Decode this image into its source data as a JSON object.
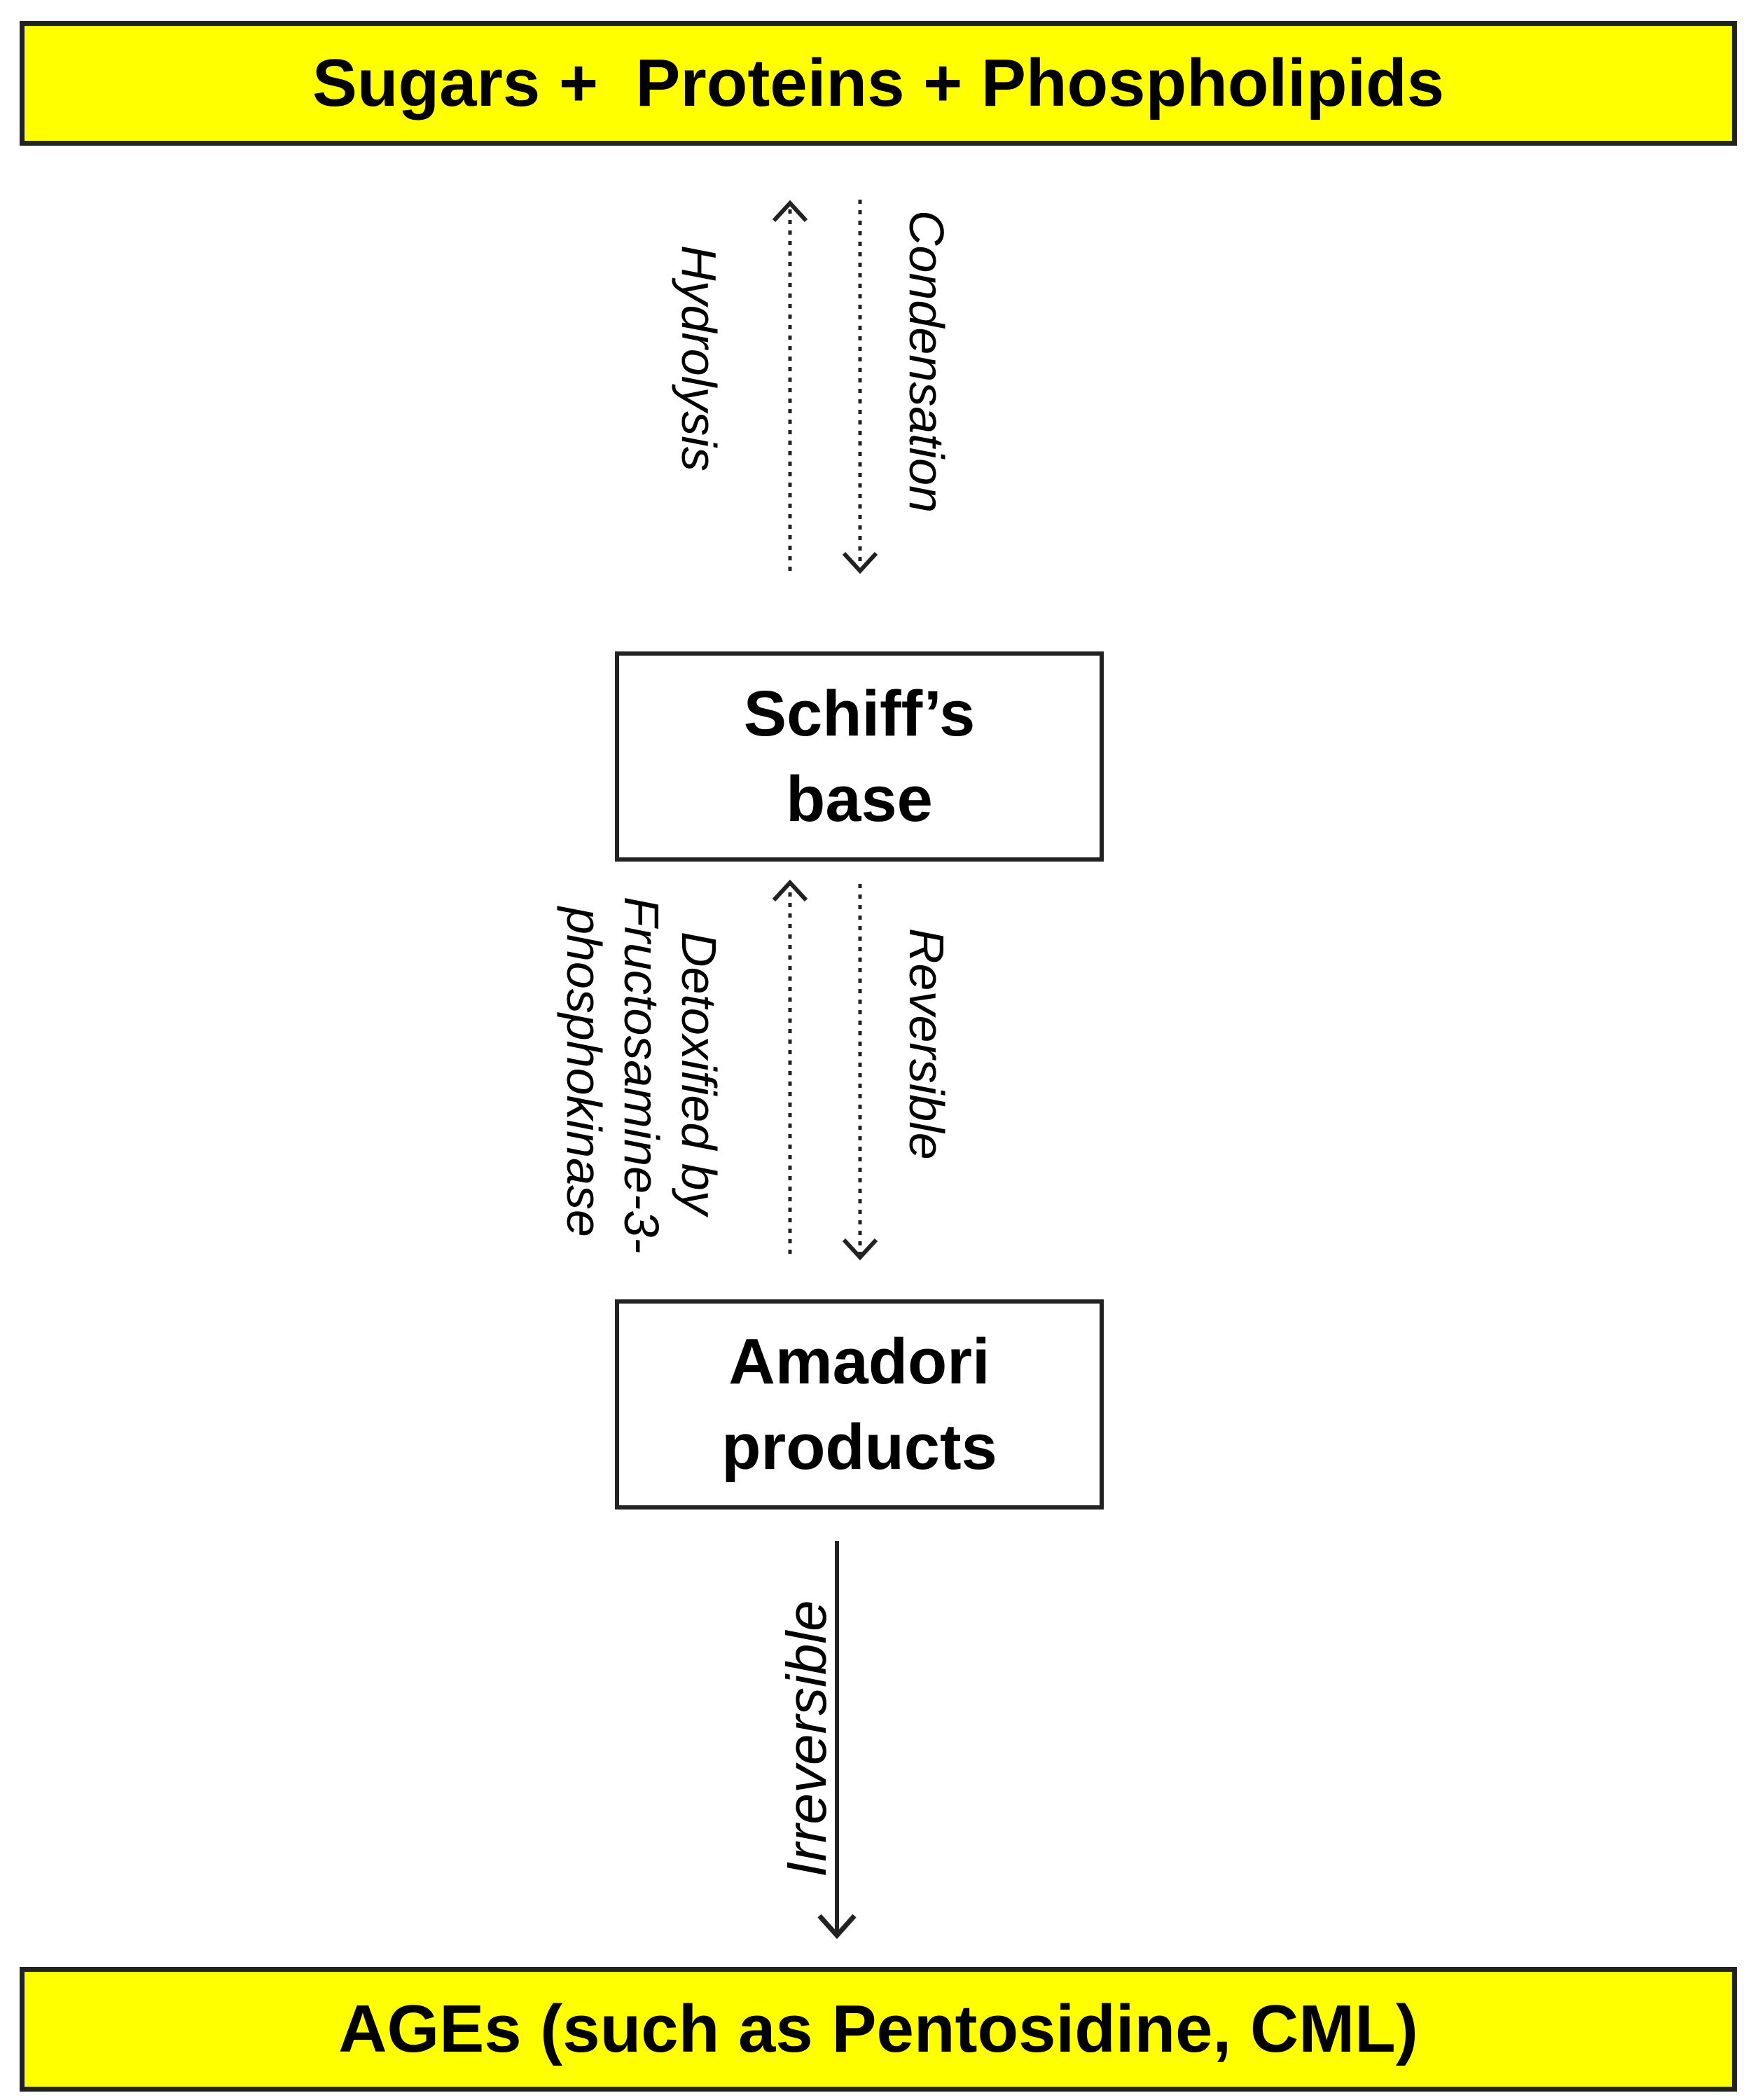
{
  "top_box": {
    "text": "Sugars +  Proteins + Phospholipids",
    "fill": "#ffff00"
  },
  "schiff": {
    "line1": "Schiff’s",
    "line2": "base"
  },
  "amadori": {
    "line1": "Amadori",
    "line2": "products"
  },
  "bottom_box": {
    "text": "AGEs (such as Pentosidine, CML)",
    "fill": "#ffff00"
  },
  "arrow_labels": {
    "hydrolysis": "Hydrolysis",
    "condensation": "Condensation",
    "reversible": "Reversible",
    "detox_line1": "Detoxified by",
    "detox_line2": "Fructosamine-3-",
    "detox_line3": "phosphokinase",
    "irreversible": "Irreversible"
  }
}
